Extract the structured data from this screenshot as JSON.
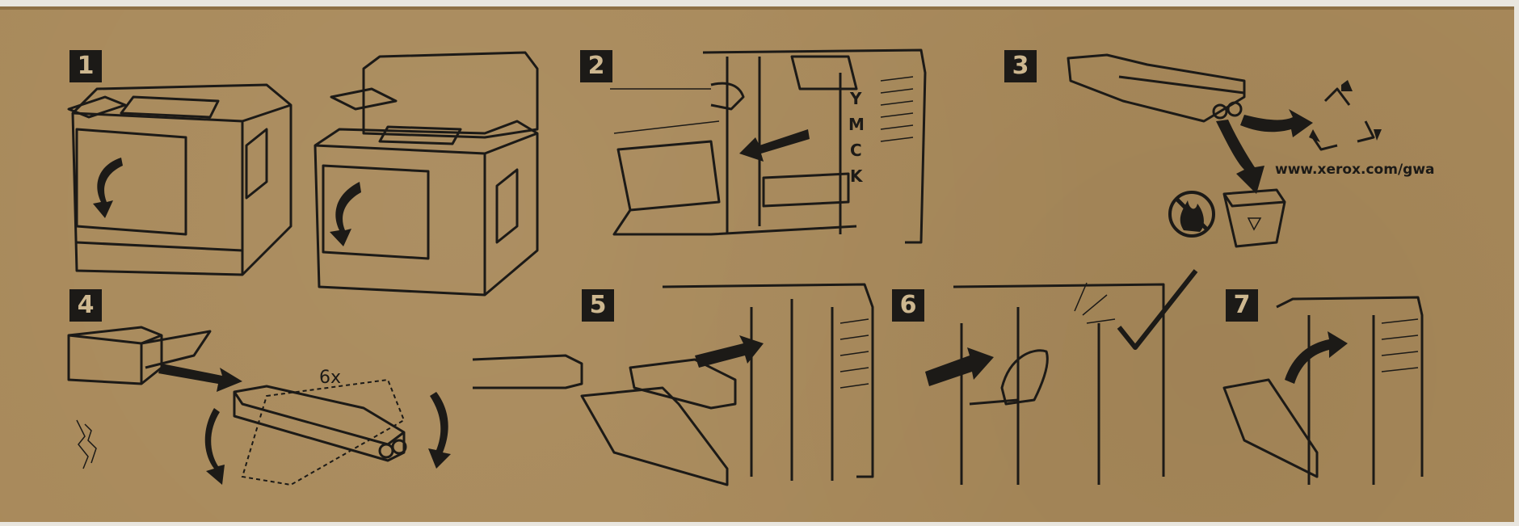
{
  "steps": [
    {
      "number": "1"
    },
    {
      "number": "2"
    },
    {
      "number": "3"
    },
    {
      "number": "4"
    },
    {
      "number": "5"
    },
    {
      "number": "6"
    },
    {
      "number": "7"
    }
  ],
  "step2": {
    "colors": [
      "Y",
      "M",
      "C",
      "K"
    ]
  },
  "step3": {
    "url": "www.xerox.com/gwa"
  },
  "step4": {
    "shake_count": "6x"
  },
  "colors": {
    "cardboard": "#a8895a",
    "ink": "#1c1a17"
  }
}
